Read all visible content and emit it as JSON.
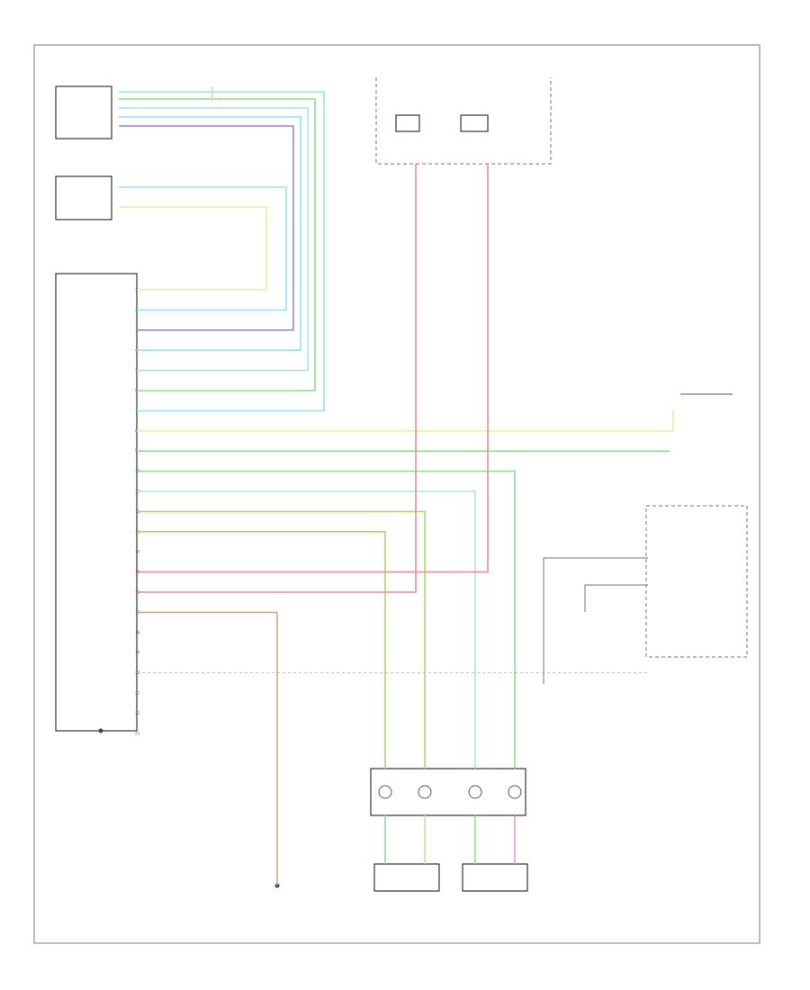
{
  "corner_code": "",
  "colors": {
    "yellow": "#f2ec9a",
    "cyan": "#8fe6ee",
    "violet": "#8f86ee",
    "green": "#8ee08e",
    "pink": "#f08a96",
    "lime": "#a2dc6a",
    "tan": "#d9a878",
    "lightblue": "#aee0ec",
    "orange": "#f5c89a",
    "magenta": "#e89ae8",
    "black": "#555555"
  },
  "components": {
    "passenger_latch": "",
    "passenger_seat_buckle_switch": "",
    "occupant_control_module": "",
    "airbag_control_module": "",
    "driver_buckle_switch": "",
    "instrument_cluster": "",
    "clockspring": "",
    "driver_airbag": "",
    "passenger_airbag": "",
    "ground": ""
  },
  "module_pins": [
    {
      "num": "1",
      "name": ""
    },
    {
      "num": "2",
      "name": ""
    },
    {
      "num": "3",
      "name": ""
    },
    {
      "num": "4",
      "name": ""
    },
    {
      "num": "5",
      "name": ""
    },
    {
      "num": "6",
      "name": ""
    },
    {
      "num": "7",
      "name": ""
    },
    {
      "num": "8",
      "name": ""
    },
    {
      "num": "9",
      "name": ""
    },
    {
      "num": "10",
      "name": ""
    },
    {
      "num": "11",
      "name": ""
    },
    {
      "num": "12",
      "name": ""
    },
    {
      "num": "13",
      "name": ""
    },
    {
      "num": "14",
      "name": ""
    },
    {
      "num": "15",
      "name": ""
    },
    {
      "num": "16",
      "name": ""
    },
    {
      "num": "17",
      "name": ""
    },
    {
      "num": "18",
      "name": ""
    },
    {
      "num": "19",
      "name": ""
    },
    {
      "num": "20",
      "name": ""
    },
    {
      "num": "21",
      "name": ""
    },
    {
      "num": "22",
      "name": ""
    },
    {
      "num": "23",
      "name": ""
    }
  ]
}
